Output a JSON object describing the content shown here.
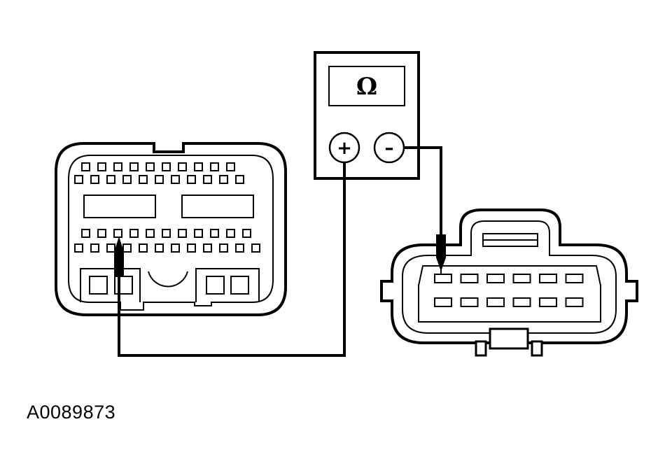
{
  "meter": {
    "display_symbol": "Ω",
    "positive_terminal": "+",
    "negative_terminal": "–"
  },
  "figure_id": "A0089873",
  "colors": {
    "line": "#000000",
    "background": "#ffffff"
  },
  "connectors": {
    "left": {
      "name": "multi-pin-connector-large",
      "top_rows": [
        10,
        11
      ],
      "bottom_rows": [
        11,
        12
      ]
    },
    "right": {
      "name": "twelve-pin-connector",
      "rows": [
        6,
        6
      ]
    }
  }
}
